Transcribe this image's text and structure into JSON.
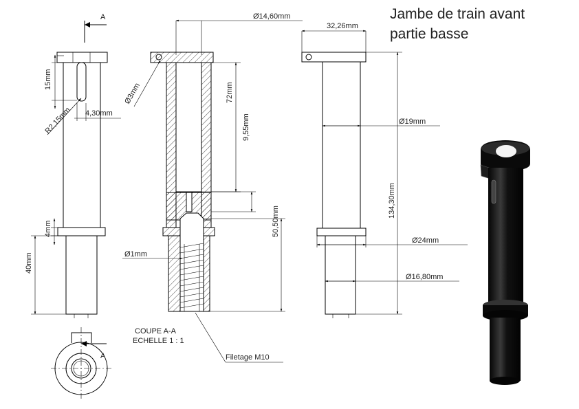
{
  "title": {
    "line1": "Jambe de train avant",
    "line2": "partie basse"
  },
  "section": {
    "marker": "A",
    "marker_bottom": "A",
    "caption_line1": "COUPE A-A",
    "caption_line2": "ECHELLE 1 : 1",
    "thread_label": "Filetage M10"
  },
  "dimensions": {
    "d_14_60": "Ø14,60mm",
    "d_32_26": "32,26mm",
    "l_15": "15mm",
    "r_2_15": "R2,15mm",
    "l_4_30": "4,30mm",
    "d_3": "Ø3mm",
    "l_72": "72mm",
    "l_9_55": "9,55mm",
    "d_19": "Ø19mm",
    "l_134_30": "134,30mm",
    "l_50_50": "50,50mm",
    "l_4": "4mm",
    "l_40": "40mm",
    "d_1": "Ø1mm",
    "d_24": "Ø24mm",
    "d_16_80": "Ø16,80mm"
  },
  "colors": {
    "line": "#000000",
    "render_body": "#0d0d0d",
    "render_highlight": "#5a5a5a"
  }
}
